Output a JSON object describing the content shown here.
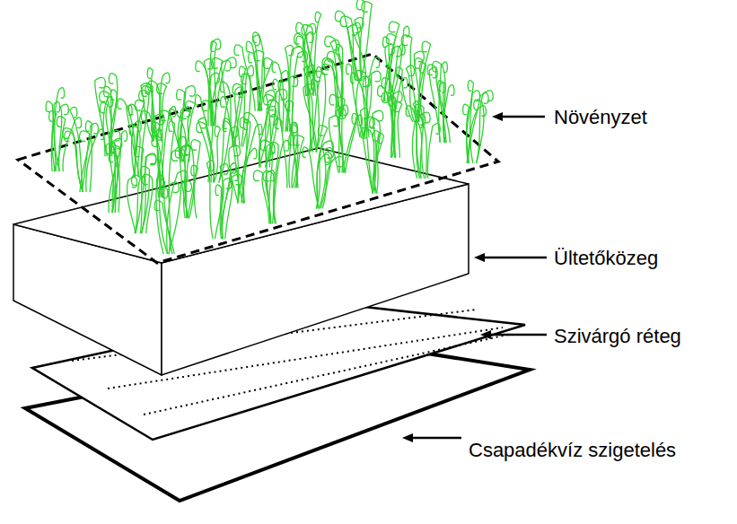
{
  "diagram": {
    "labels": [
      "Növényzet",
      "Ültetőközeg",
      "Szivárgó réteg",
      "Csapadékvíz szigetelés"
    ]
  }
}
